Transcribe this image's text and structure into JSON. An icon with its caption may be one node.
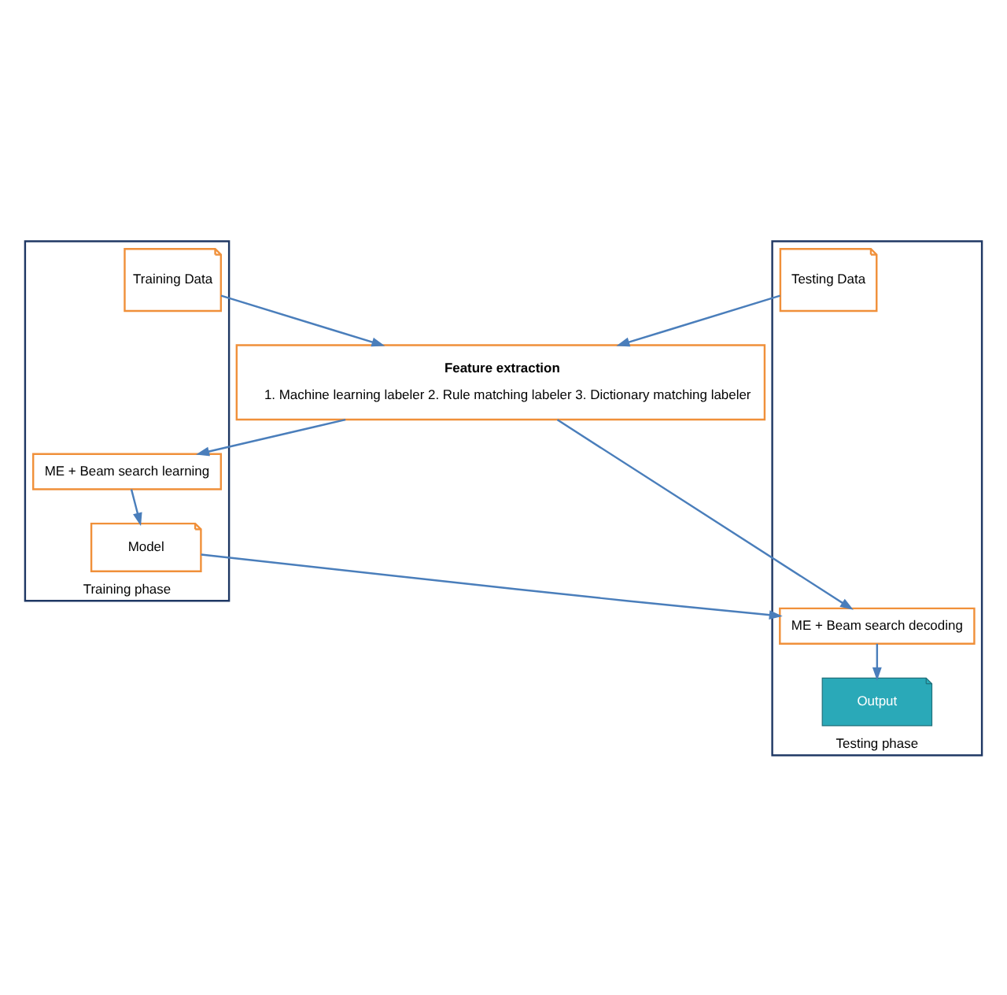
{
  "diagram": {
    "nodes": [
      {
        "text": [
          "Training phase"
        ]
      },
      {
        "text": [
          "Testing phase"
        ]
      },
      {
        "text": [
          "Training Data"
        ],
        "in": 0
      },
      {
        "text": [
          "Testing Data"
        ],
        "in": 1
      },
      {
        "text": [
          "Feature extraction",
          "1. Machine learning labeler 2. Rule matching labeler 3. Dictionary matching labeler"
        ]
      },
      {
        "text": [
          "ME + Beam search learning"
        ],
        "in": 0
      },
      {
        "text": [
          "ME + Beam search decoding"
        ],
        "in": 1
      },
      {
        "text": [
          "Model"
        ],
        "in": 0
      },
      {
        "text": [
          "Output"
        ],
        "in": 1
      }
    ],
    "edges": [
      {
        "from": 2,
        "to": 4,
        "arrow": "to"
      },
      {
        "from": 3,
        "to": 4,
        "arrow": "to"
      },
      {
        "from": 4,
        "to": 5,
        "arrow": "to"
      },
      {
        "from": 4,
        "to": 6,
        "arrow": "to"
      },
      {
        "from": 5,
        "to": 7,
        "arrow": "to"
      },
      {
        "from": 7,
        "to": 6,
        "arrow": "to"
      },
      {
        "from": 6,
        "to": 8,
        "arrow": "to"
      }
    ]
  }
}
